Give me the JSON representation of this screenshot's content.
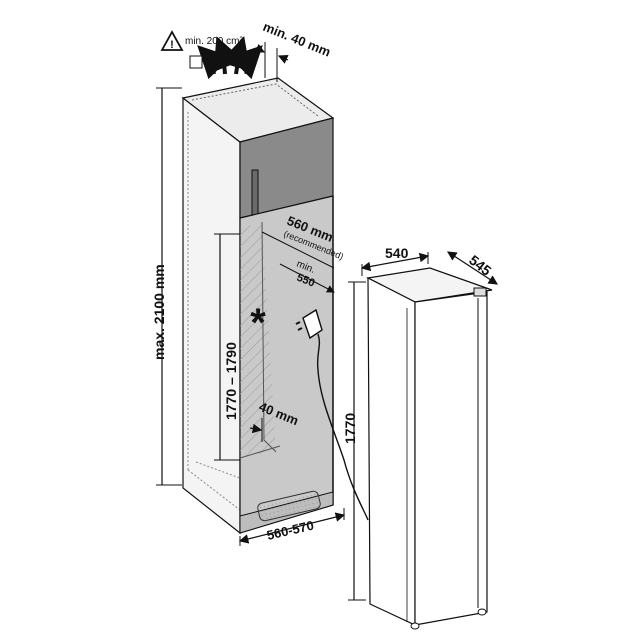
{
  "labels": {
    "vent_area": "min. 200 cm²",
    "top_gap": "min. 40 mm",
    "max_height": "max. 2100 mm",
    "niche_height": "1770 – 1790",
    "niche_depth": "560 mm",
    "niche_depth_note": "(recommended)",
    "min_depth_prefix": "min.",
    "min_depth": "550",
    "back_gap": "40 mm",
    "niche_width": "560-570",
    "appliance_width": "540",
    "appliance_depth": "545",
    "appliance_height": "1770",
    "asterisk": "*"
  },
  "icons": [
    "warning-triangle-icon",
    "airflow-arrows-icon",
    "power-plug-icon",
    "vent-grille-icon"
  ],
  "colors": {
    "line": "#111111",
    "cabinet_door": "#8a8a8a",
    "niche_fill": "#c9c9c9",
    "cabinet_side": "#f2f2f2"
  }
}
